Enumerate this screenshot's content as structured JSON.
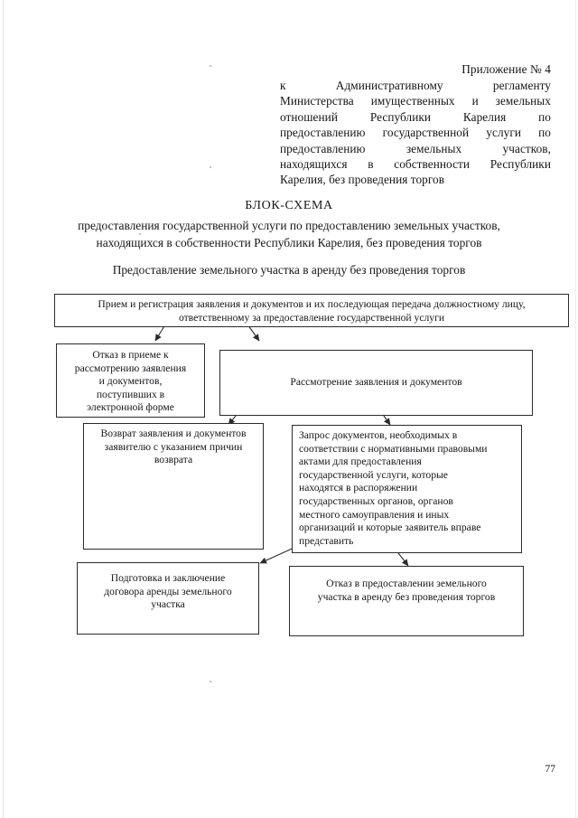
{
  "header": {
    "appendix_label": "Приложение № 4",
    "appendix_body_lines": [
      "к Административному регламенту",
      "Министерства имущественных и земельных",
      "отношений Республики Карелия по",
      "предоставлению государственной услуги по",
      "предоставлению земельных участков,",
      "находящихся в собственности Республики",
      "Карелия, без проведения торгов"
    ]
  },
  "title": {
    "main": "БЛОК-СХЕМА",
    "subtitle_line1": "предоставления государственной услуги по предоставлению земельных участков,",
    "subtitle_line2": "находящихся в собственности Республики Карелия, без проведения торгов",
    "scheme_heading": "Предоставление земельного участка в аренду без проведения торгов"
  },
  "flowchart": {
    "nodes": {
      "intake": {
        "id": "intake",
        "lines": [
          "Прием и регистрация заявления и документов и их последующая передача должностному лицу,",
          "ответственному за предоставление государственной услуги"
        ]
      },
      "refuse_acceptance": {
        "id": "refuse_acceptance",
        "lines": [
          "Отказ в приеме к",
          "рассмотрению заявления",
          "и документов,",
          "поступивших в",
          "электронной форме"
        ]
      },
      "review": {
        "id": "review",
        "lines": [
          "Рассмотрение заявления и документов"
        ]
      },
      "return_docs": {
        "id": "return_docs",
        "lines": [
          "Возврат заявления и документов",
          "заявителю с указанием причин",
          "возврата"
        ]
      },
      "request_docs": {
        "id": "request_docs",
        "lines": [
          "Запрос документов, необходимых в",
          "соответствии с нормативными правовыми",
          "актами для предоставления",
          "государственной услуги, которые",
          "находятся в распоряжении",
          "государственных органов, органов",
          "местного самоуправления и иных",
          "организаций и которые заявитель вправе",
          "представить"
        ]
      },
      "contract": {
        "id": "contract",
        "lines": [
          "Подготовка и заключение",
          "договора аренды земельного",
          "участка"
        ]
      },
      "deny": {
        "id": "deny",
        "lines": [
          "Отказ в предоставлении земельного",
          "участка в аренду без проведения торгов"
        ]
      }
    },
    "edges": [
      {
        "from": "intake",
        "to": "refuse_acceptance",
        "style": "diagonal-arrow"
      },
      {
        "from": "intake",
        "to": "review",
        "style": "diagonal-arrow"
      },
      {
        "from": "review",
        "to": "return_docs",
        "style": "diagonal-arrow"
      },
      {
        "from": "review",
        "to": "request_docs",
        "style": "diagonal-arrow"
      },
      {
        "from": "request_docs",
        "to": "contract",
        "style": "diagonal-arrow"
      },
      {
        "from": "request_docs",
        "to": "deny",
        "style": "diagonal-arrow"
      }
    ]
  },
  "footer": {
    "page_number": "77"
  },
  "colors": {
    "ink": "#15161a",
    "border": "#2b2b2b",
    "paper": "#ffffff",
    "shadow": "#c9c9c9"
  }
}
